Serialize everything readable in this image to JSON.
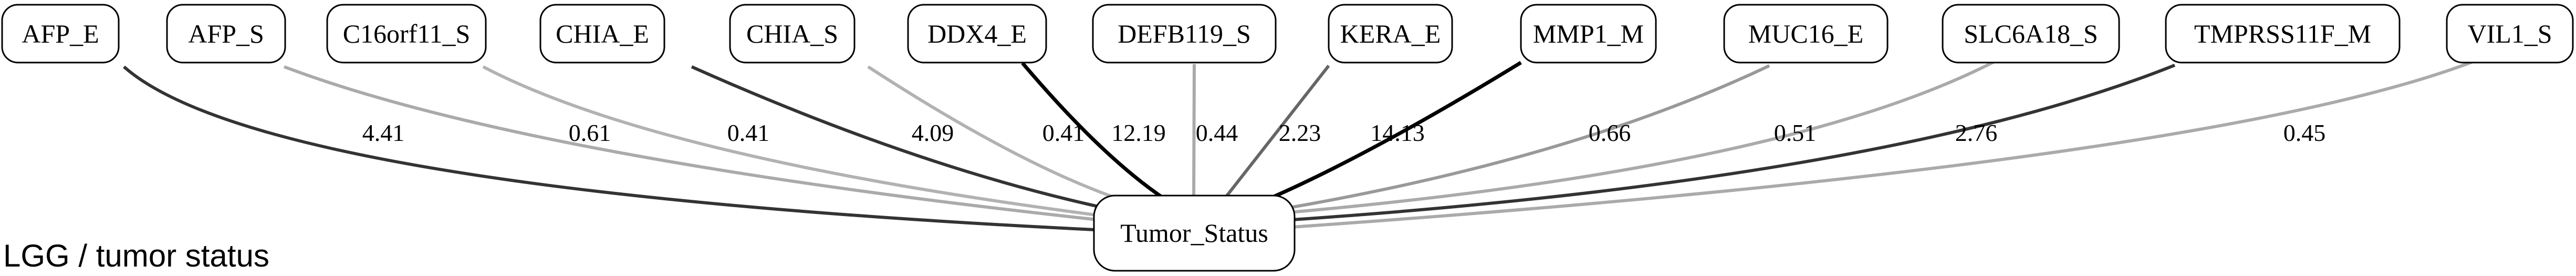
{
  "caption": "LGG / tumor status",
  "target": {
    "label": "Tumor_Status"
  },
  "sources": [
    {
      "label": "AFP_E",
      "weight": "4.41",
      "edge_color": "#333333"
    },
    {
      "label": "AFP_S",
      "weight": "0.61",
      "edge_color": "#aaaaaa"
    },
    {
      "label": "C16orf11_S",
      "weight": "0.41",
      "edge_color": "#b2b2b2"
    },
    {
      "label": "CHIA_E",
      "weight": "4.09",
      "edge_color": "#333333"
    },
    {
      "label": "CHIA_S",
      "weight": "0.41",
      "edge_color": "#b2b2b2"
    },
    {
      "label": "DDX4_E",
      "weight": "12.19",
      "edge_color": "#000000"
    },
    {
      "label": "DEFB119_S",
      "weight": "0.44",
      "edge_color": "#aaaaaa"
    },
    {
      "label": "KERA_E",
      "weight": "2.23",
      "edge_color": "#666666"
    },
    {
      "label": "MMP1_M",
      "weight": "14.13",
      "edge_color": "#000000"
    },
    {
      "label": "MUC16_E",
      "weight": "0.66",
      "edge_color": "#999999"
    },
    {
      "label": "SLC6A18_S",
      "weight": "0.51",
      "edge_color": "#aaaaaa"
    },
    {
      "label": "TMPRSS11F_M",
      "weight": "2.76",
      "edge_color": "#333333"
    },
    {
      "label": "VIL1_S",
      "weight": "0.45",
      "edge_color": "#aaaaaa"
    }
  ]
}
